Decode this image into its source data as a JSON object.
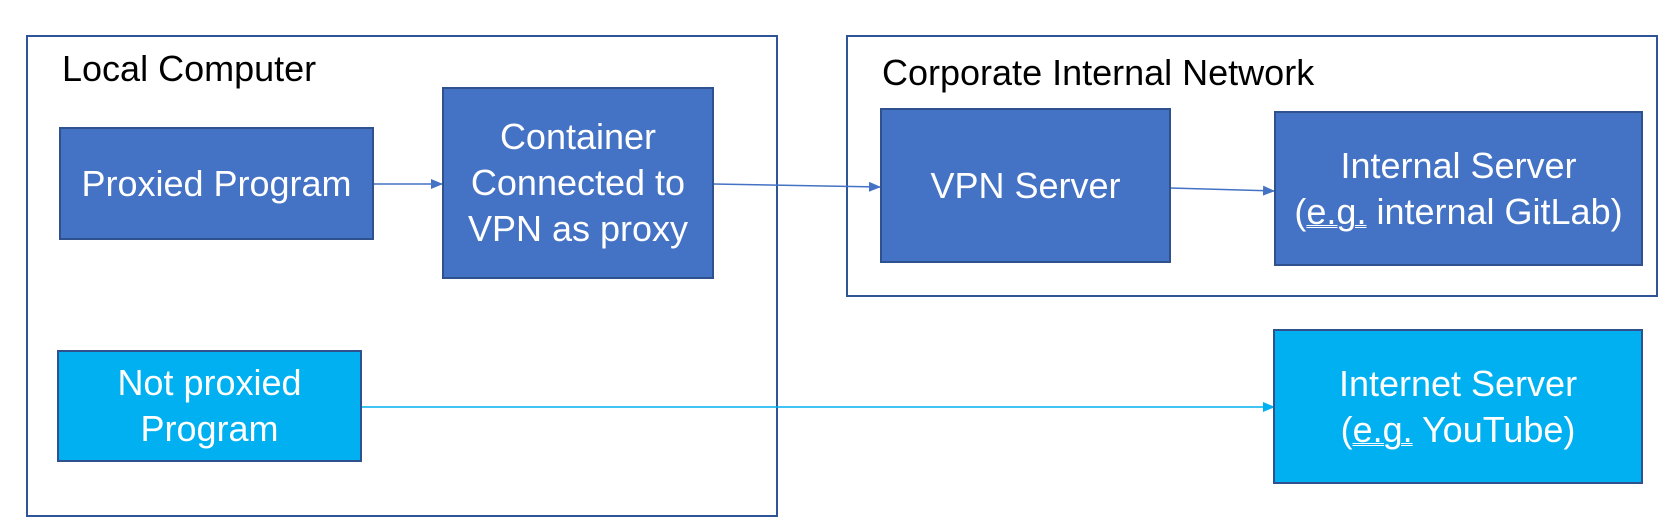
{
  "groups": {
    "local": {
      "label": "Local Computer"
    },
    "corporate": {
      "label": "Corporate Internal Network"
    }
  },
  "nodes": {
    "proxied_program": {
      "lines": [
        "Proxied Program"
      ]
    },
    "container": {
      "lines": [
        "Container",
        "Connected to",
        "VPN as proxy"
      ]
    },
    "vpn_server": {
      "lines": [
        "VPN Server"
      ]
    },
    "internal_server": {
      "line1": "Internal Server",
      "line2_open": "(",
      "line2_eg": "e.g.",
      "line2_rest": " internal GitLab)"
    },
    "not_proxied": {
      "lines": [
        "Not proxied",
        "Program"
      ]
    },
    "internet_server": {
      "line1": "Internet Server",
      "line2_open": "(",
      "line2_eg": "e.g.",
      "line2_rest": " YouTube)"
    }
  },
  "colors": {
    "node_fill": "#4472C4",
    "node_fill_direct": "#00B0F0",
    "border": "#2F528F",
    "arrow_proxy": "#4472C4",
    "arrow_direct": "#00B0F0"
  }
}
